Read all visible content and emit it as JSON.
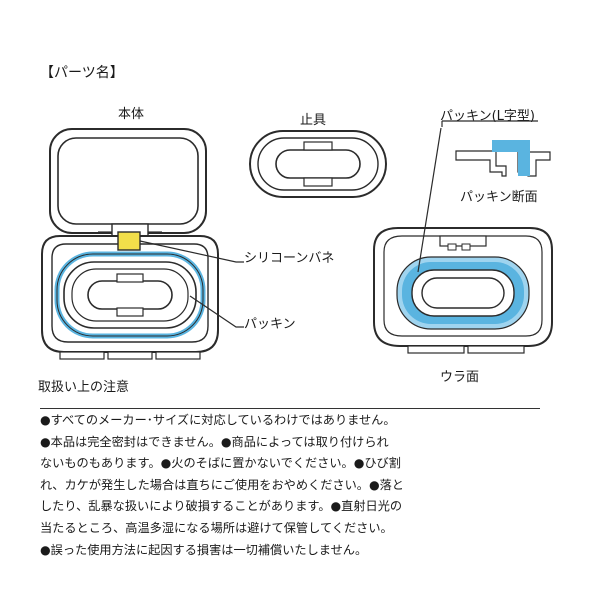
{
  "section_title": "【パーツ名】",
  "labels": {
    "main_body": "本体",
    "stopper": "止具",
    "packing_l": "パッキン(L字型)",
    "packing_section": "パッキン断面",
    "silicone_spring": "シリコーンバネ",
    "packing": "パッキン",
    "back_side": "ウラ面"
  },
  "notes": {
    "title": "取扱い上の注意",
    "paragraph_1": "●すべてのメーカー･サイズに対応しているわけではありません。",
    "paragraph_2": "●本品は完全密封はできません。●商品によっては取り付けられ\nないものもあります。●火のそばに置かないでください。●ひび割\nれ、カケが発生した場合は直ちにご使用をおやめください。●落と\nしたり、乱暴な扱いにより破損することがあります。●直射日光の\n当たるところ、高温多湿になる場所は避けて保管してください。",
    "paragraph_3": "●誤った使用方法に起因する損害は一切補償いたしません。"
  },
  "colors": {
    "outline": "#2b2b2b",
    "packing_blue": "#5ab4e0",
    "packing_blue_light": "#9fd4ef",
    "spring_yellow": "#f2df4a"
  }
}
